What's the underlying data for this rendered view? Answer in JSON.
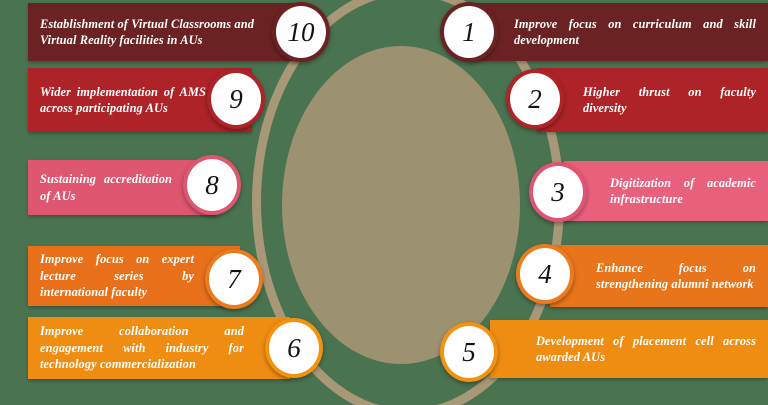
{
  "theme": {
    "background_color": "#4a7350",
    "ring_color": "#a89877",
    "center_disc_color": "#9c9170",
    "bubble_fill": "#ffffff",
    "bubble_text_color": "#14110f"
  },
  "diagram": {
    "type": "circular-numbered-callouts",
    "item_count": 10,
    "items": [
      {
        "number": "1",
        "text": "Improve focus on curriculum and skill development",
        "color": "#6b2222",
        "side": "right"
      },
      {
        "number": "2",
        "text": "Higher thrust on faculty diversity",
        "color": "#ad2327",
        "side": "right"
      },
      {
        "number": "3",
        "text": "Digitization of academic infrastructure",
        "color": "#e8607c",
        "side": "right"
      },
      {
        "number": "4",
        "text": "Enhance focus on strengthening alumni network",
        "color": "#e8741b",
        "side": "right"
      },
      {
        "number": "5",
        "text": "Development of placement cell across awarded AUs",
        "color": "#ef8c12",
        "side": "right"
      },
      {
        "number": "6",
        "text": "Improve collaboration and engagement with industry for technology commercialization",
        "color": "#ef8c12",
        "side": "left"
      },
      {
        "number": "7",
        "text": "Improve focus on expert lecture series by international faculty",
        "color": "#e8701a",
        "side": "left"
      },
      {
        "number": "8",
        "text": "Sustaining accreditation of AUs",
        "color": "#de566f",
        "side": "left"
      },
      {
        "number": "9",
        "text": "Wider implementation of AMS across participating AUs",
        "color": "#ad2327",
        "side": "left"
      },
      {
        "number": "10",
        "text": "Establishment of Virtual Classrooms and Virtual Reality facilities in AUs",
        "color": "#6b2222",
        "side": "left"
      }
    ]
  }
}
